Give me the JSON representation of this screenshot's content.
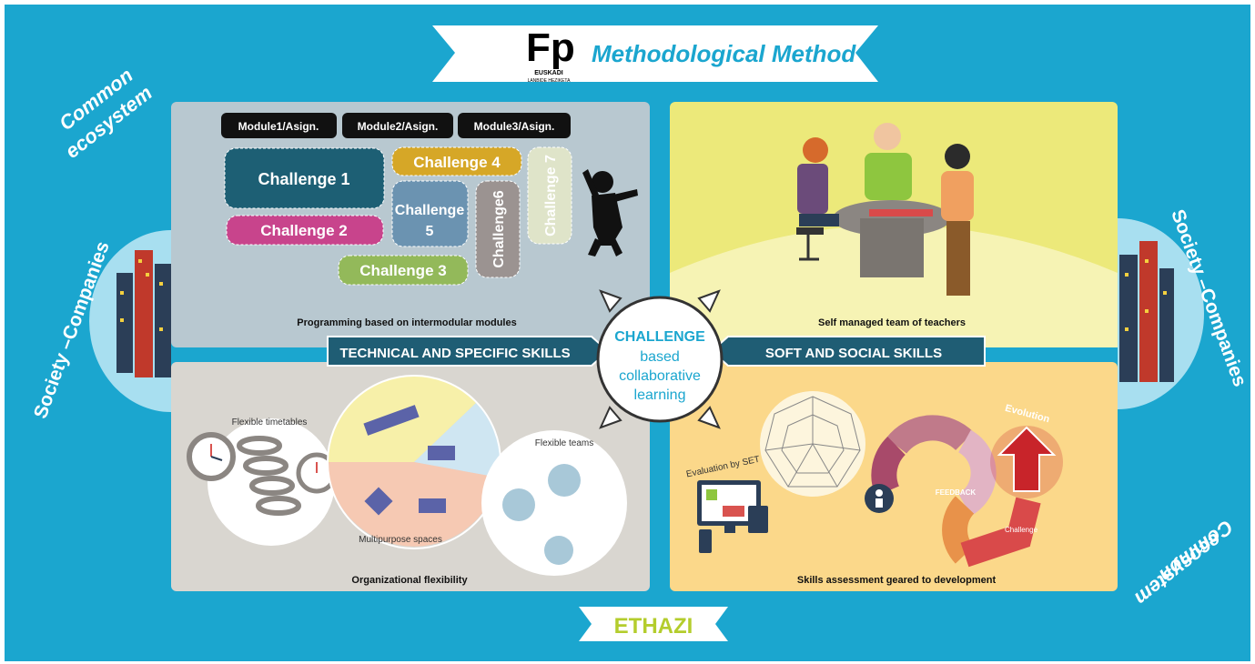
{
  "header": {
    "logo_main": "Fp",
    "logo_sub1": "EUSKADI",
    "logo_sub2": "LANBIDE HEZIKETA",
    "title": "Methodological Method"
  },
  "side_labels": {
    "common_left_1": "Common",
    "common_left_2": "ecosystem",
    "society_left": "Society –Companies",
    "society_right": "Society –Companies",
    "common_right_1": "Common",
    "common_right_2": "ecosystem"
  },
  "modules": [
    "Module1/Asign.",
    "Module2/Asign.",
    "Module3/Asign."
  ],
  "challenges": {
    "c1": "Challenge 1",
    "c2": "Challenge 2",
    "c3": "Challenge 3",
    "c4": "Challenge 4",
    "c5_line1": "Challenge",
    "c5_line2": "5",
    "c6": "Challenge6",
    "c7": "Challenge 7"
  },
  "quadrants": {
    "top_left_caption": "Programming based on intermodular modules",
    "top_right_caption": "Self managed team of teachers",
    "bottom_left_caption": "Organizational flexibility",
    "bottom_right_caption": "Skills assessment geared to development"
  },
  "banners": {
    "left": "TECHNICAL AND SPECIFIC SKILLS",
    "right": "SOFT AND SOCIAL SKILLS"
  },
  "center": {
    "line1": "CHALLENGE",
    "line2": "based",
    "line3": "collaborative",
    "line4": "learning"
  },
  "bottom_left_labels": {
    "timetables": "Flexible timetables",
    "spaces": "Multipurpose spaces",
    "teams": "Flexible teams"
  },
  "bottom_right_labels": {
    "evaluation": "Evaluation by SET",
    "evolution": "Evolution",
    "feedback": "FEEDBACK",
    "challenge": "Challenge"
  },
  "footer": {
    "title": "ETHAZI"
  },
  "colors": {
    "background": "#1ba6cf",
    "panel_gray": "#b8c8d0",
    "panel_yellow": "#ece97a",
    "panel_light": "#d9d6d0",
    "panel_orange": "#fbd88a",
    "banner": "#1f5d74",
    "challenge1": "#1d5f74",
    "challenge2": "#c8448c",
    "challenge3": "#93b95a",
    "challenge4": "#d6a727",
    "challenge5": "#6b93b1",
    "challenge6": "#9b9391",
    "challenge7": "#dfe4c9",
    "center_text": "#1ba6cf",
    "footer_text": "#b4cd2d",
    "title_text": "#1ba6cf"
  }
}
